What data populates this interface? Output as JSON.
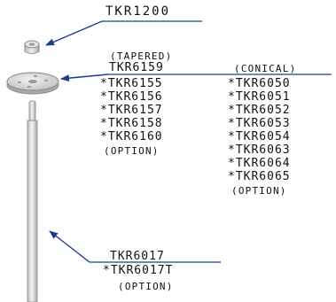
{
  "colors": {
    "arrow": "#1f3a8f",
    "rule": "#1f3a8f",
    "text": "#111111",
    "part_fill": "#d9d9d9",
    "part_stroke": "#8a8a8a"
  },
  "parts": {
    "nut": {
      "icon": "nut-icon"
    },
    "disc": {
      "icon": "disc-icon"
    },
    "shaft": {
      "icon": "shaft-icon"
    }
  },
  "callouts": {
    "nut": {
      "label": "TKR1200"
    },
    "disc": {
      "tapered_heading": "(TAPERED)",
      "conical_heading": "(CONICAL)",
      "tapered_main": "TKR6159",
      "tapered_items": [
        "*TKR6155",
        "*TKR6156",
        "*TKR6157",
        "*TKR6158",
        "*TKR6160"
      ],
      "tapered_option": "(OPTION)",
      "conical_items": [
        "*TKR6050",
        "*TKR6051",
        "*TKR6052",
        "*TKR6053",
        "*TKR6054",
        "*TKR6063",
        "*TKR6064",
        "*TKR6065"
      ],
      "conical_option": "(OPTION)"
    },
    "shaft": {
      "main": "TKR6017",
      "alt": "*TKR6017T",
      "option": "(OPTION)"
    }
  }
}
